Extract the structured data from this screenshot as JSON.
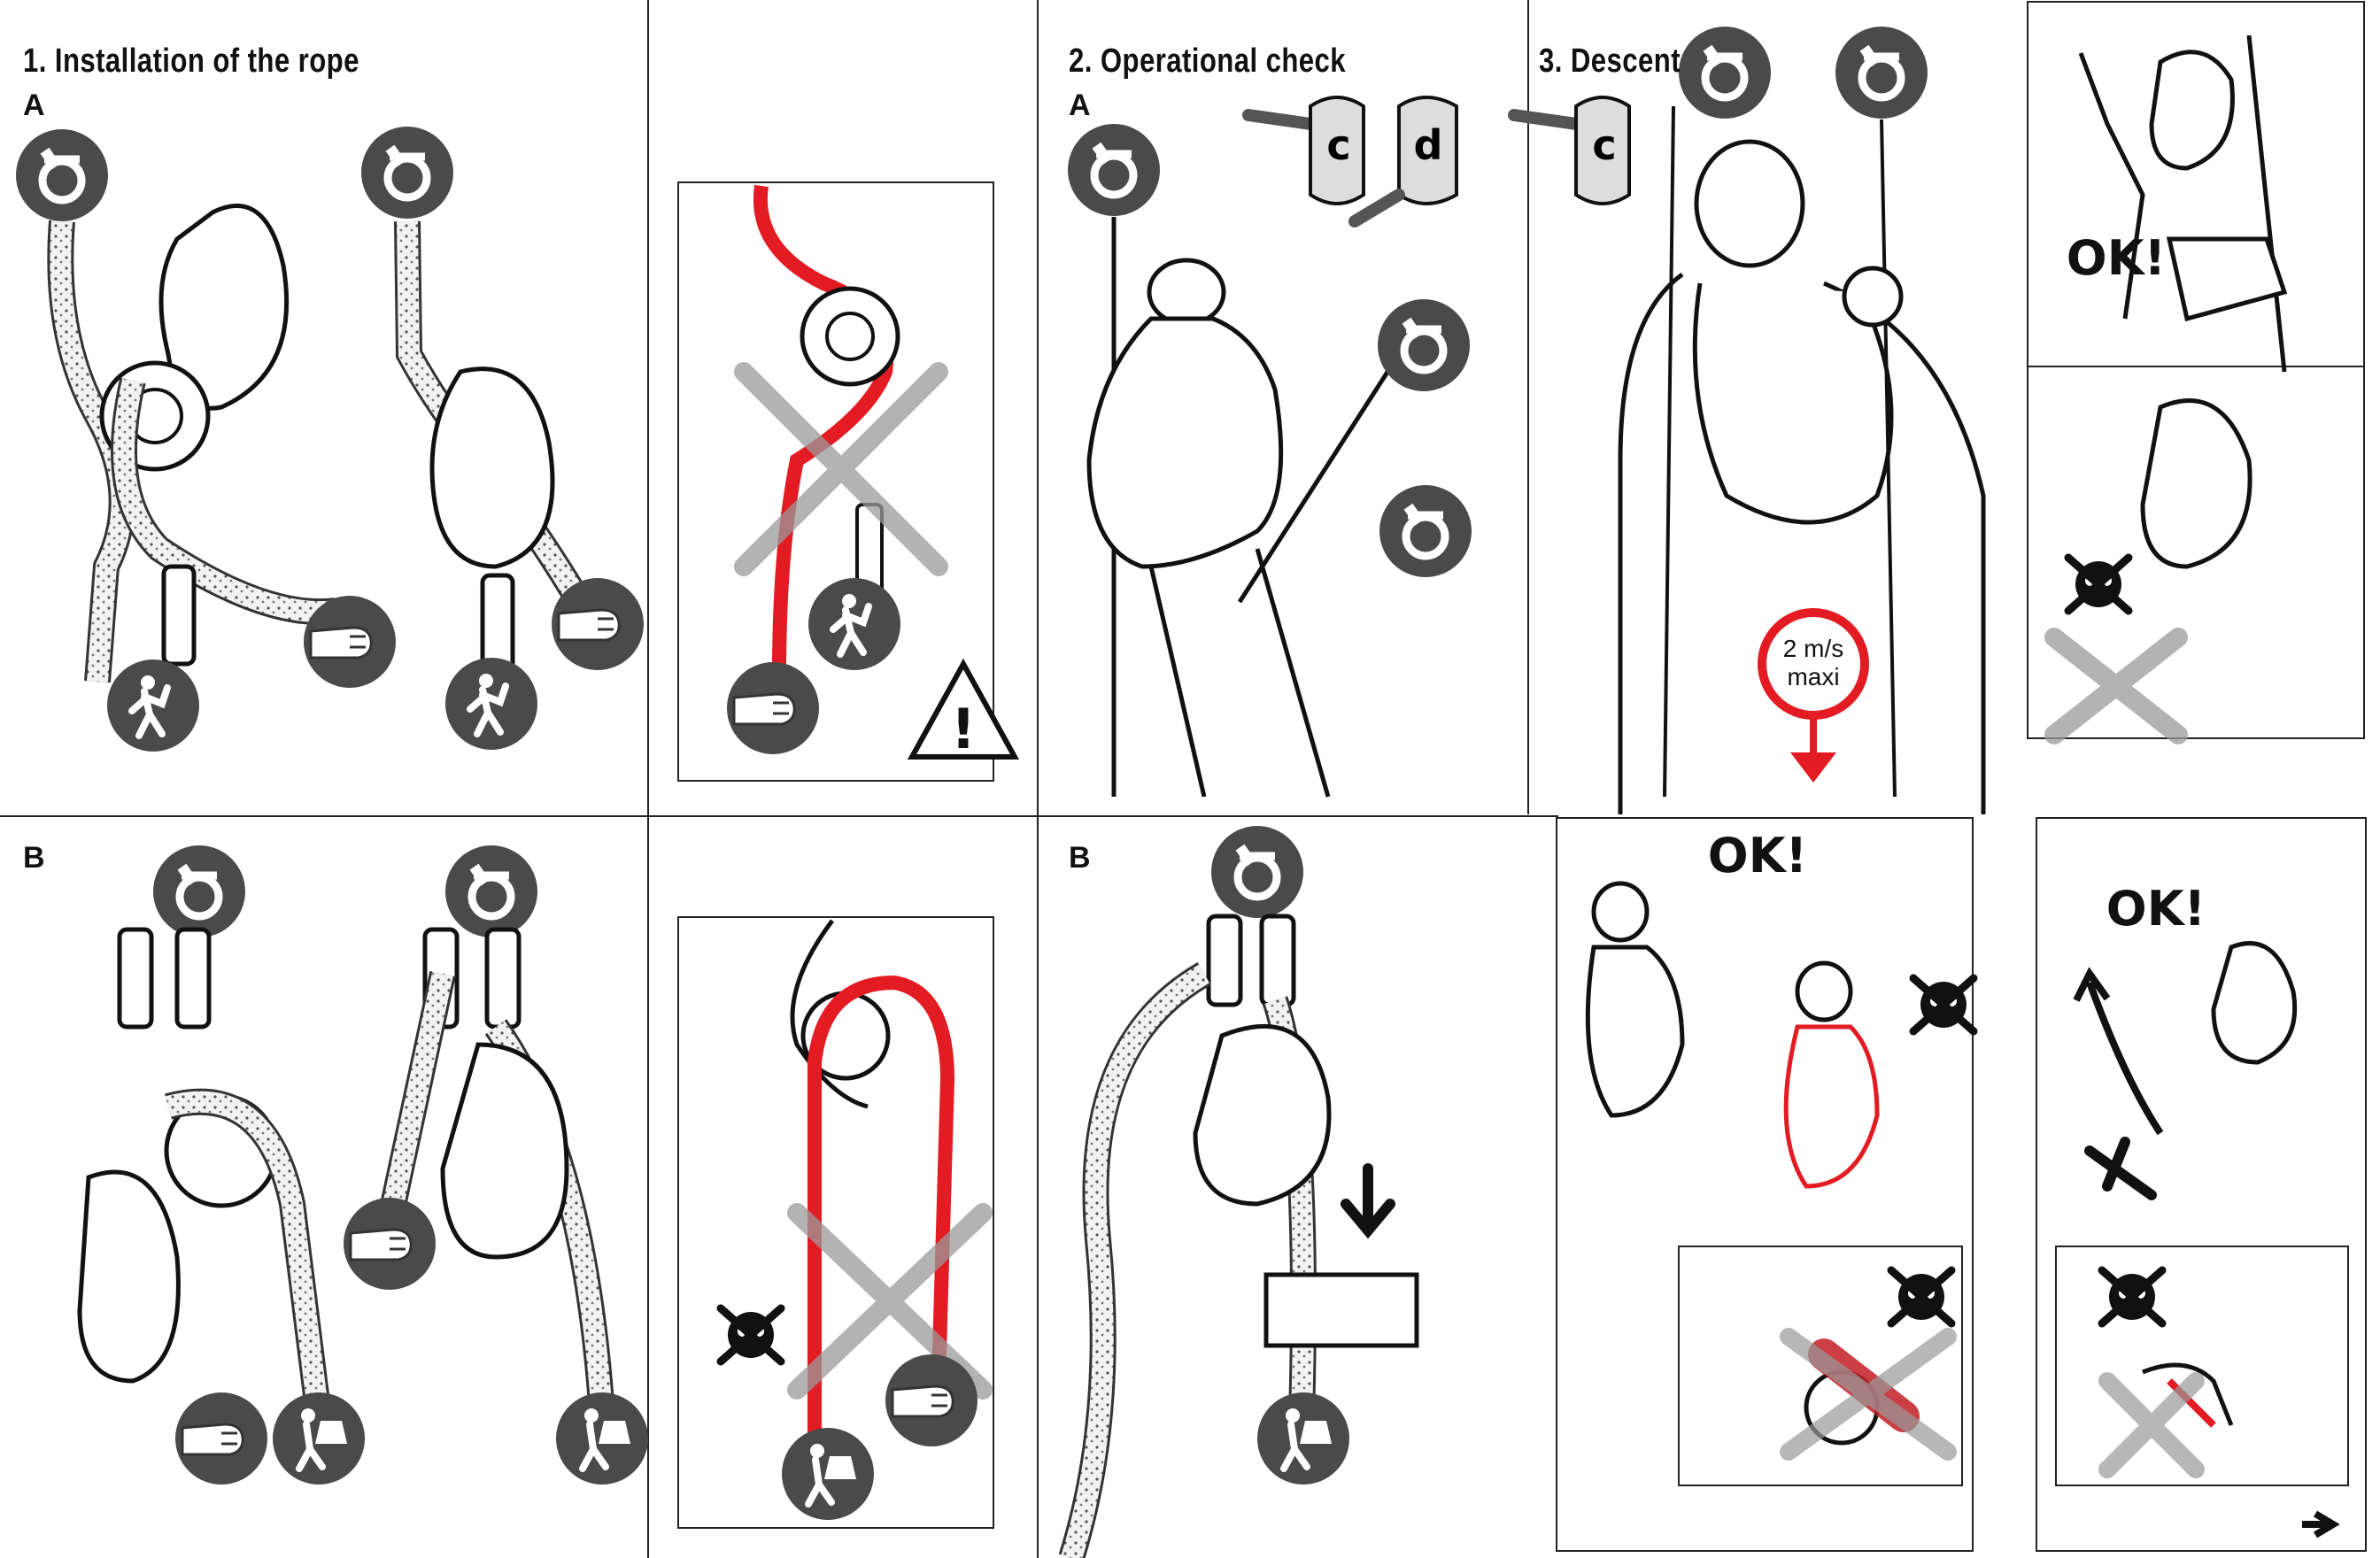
{
  "sections": {
    "installation": {
      "title": "1. Installation of the rope",
      "label_a": "A",
      "label_b": "B"
    },
    "operational_check": {
      "title": "2. Operational check",
      "label_a": "A",
      "label_b": "B"
    },
    "descent": {
      "title": "3. Descent"
    }
  },
  "handle_positions": {
    "c": "c",
    "d": "d",
    "c2": "c"
  },
  "speed_sign": {
    "value": "2 m/s",
    "unit": "maxi"
  },
  "ok_labels": {
    "top_right": "OK!",
    "bottom_middle": "OK!",
    "bottom_right": "OK!"
  },
  "warning_symbol": "!",
  "icons": [
    "anchor-icon",
    "climber-icon",
    "hand-icon",
    "load-icon",
    "skull-icon",
    "warning-icon",
    "arrow-icon"
  ],
  "colors": {
    "rope_red": "#e31b23",
    "icon_dark": "#4a4a4a",
    "ink": "#111111",
    "cross": "#9a9a9a"
  }
}
